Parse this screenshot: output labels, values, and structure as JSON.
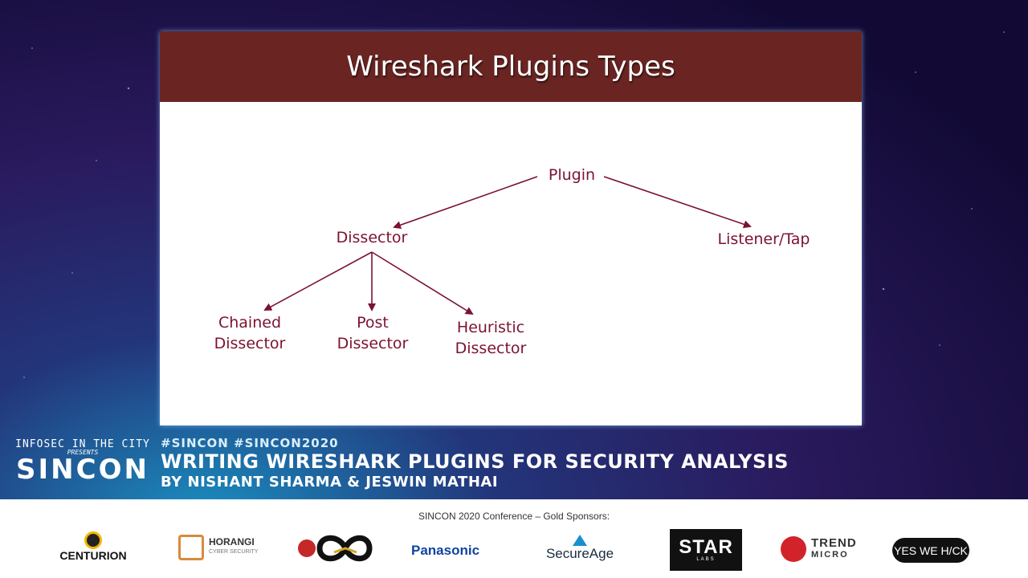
{
  "slide": {
    "title": "Wireshark Plugins Types",
    "nodes": {
      "plugin": "Plugin",
      "dissector": "Dissector",
      "listener": "Listener/Tap",
      "chained_1": "Chained",
      "chained_2": "Dissector",
      "post_1": "Post",
      "post_2": "Dissector",
      "heuristic_1": "Heuristic",
      "heuristic_2": "Dissector"
    },
    "colors": {
      "header": "#6a2523",
      "node_text": "#7b1330",
      "arrow": "#7b1330"
    }
  },
  "banner": {
    "brand_top": "INFOSEC IN THE CITY",
    "brand_presents": "PRESENTS",
    "brand_name": "SINCON",
    "hashtags": "#SINCON #SINCON2020",
    "talk_title": "WRITING WIRESHARK PLUGINS FOR SECURITY ANALYSIS",
    "authors": "BY NISHANT SHARMA & JESWIN MATHAI"
  },
  "sponsors": {
    "heading": "SINCON 2020 Conference – Gold Sponsors:",
    "centurion": "CENTURION",
    "horangi": "HORANGI",
    "horangi_sub": "CYBER SECURITY",
    "panasonic": "Panasonic",
    "secureage": "SecureAge",
    "star": "STAR",
    "star_sub": "LABS",
    "trend": "TREND",
    "trend_sub": "MICRO",
    "yeswehack": "YES WE H/CK"
  }
}
